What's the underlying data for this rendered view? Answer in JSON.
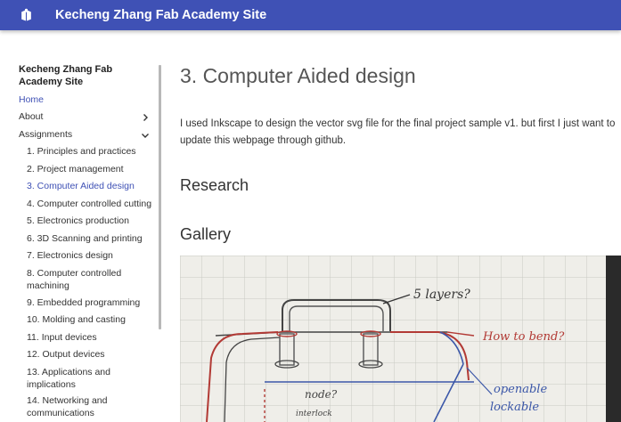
{
  "header": {
    "title": "Kecheng Zhang Fab Academy Site",
    "logo_icon": "book-icon",
    "bg_color": "#3f51b5"
  },
  "sidebar": {
    "site_title": "Kecheng Zhang Fab Academy Site",
    "home": "Home",
    "about": "About",
    "assignments": "Assignments",
    "items": [
      "1. Principles and practices",
      "2. Project management",
      "3. Computer Aided design",
      "4. Computer controlled cutting",
      "5. Electronics production",
      "6. 3D Scanning and printing",
      "7. Electronics design",
      "8. Computer controlled machining",
      "9. Embedded programming",
      "10. Molding and casting",
      "11. Input devices",
      "12. Output devices",
      "13. Applications and implications",
      "14. Networking and communications"
    ],
    "active_item": "3. Computer Aided design",
    "active_color": "#3f51b5"
  },
  "main": {
    "title": "3. Computer Aided design",
    "intro": "I used Inkscape to design the vector svg file for the final project sample v1. but first I just want to update this webpage through github.",
    "research_heading": "Research",
    "gallery_heading": "Gallery"
  },
  "sketch": {
    "annotation_layers": "5 layers?",
    "annotation_bend": "How to bend?",
    "annotation_openable": "openable",
    "annotation_lockable": "lockable",
    "annotation_node": "node?",
    "annotation_interlock": "interlock"
  }
}
